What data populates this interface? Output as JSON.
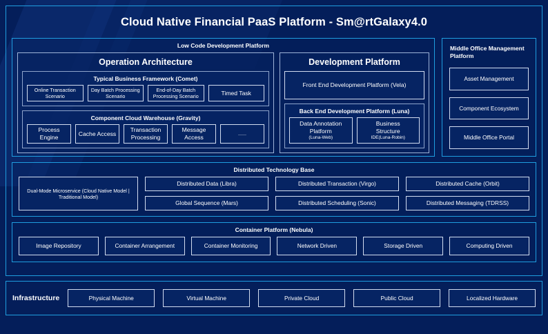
{
  "title": "Cloud Native Financial PaaS Platform - Sm@rtGalaxy4.0",
  "colors": {
    "page_background": "#041e5a",
    "frame_border": "#1f9ee0",
    "panel_border": "#9fb4d8",
    "chip_border": "#d3ddf0",
    "chip_background": "#062463",
    "text": "#ffffff"
  },
  "low_code": {
    "title": "Low Code Development Platform",
    "operation_architecture": {
      "title": "Operation Architecture",
      "groups": [
        {
          "title": "Typical Business Framework (Comet)",
          "items": [
            "Online Transaction Scenario",
            "Day Batch Processing Scenario",
            "End-of-Day Batch Processing Scenario",
            "Timed Task"
          ]
        },
        {
          "title": "Component Cloud Warehouse (Gravity)",
          "items": [
            "Process Engine",
            "Cache Access",
            "Transaction Processing",
            "Message Access",
            "......"
          ]
        }
      ]
    },
    "development_platform": {
      "title": "Development Platform",
      "front_end": "Front End Development Platform (Vela)",
      "back_end": {
        "title": "Back End Development Platform (Luna)",
        "items": [
          {
            "line1": "Data Annotation",
            "line2": "Platform",
            "line3": "(Luna-Web)"
          },
          {
            "line1": "Business",
            "line2": "Structure",
            "line3": "IDE(Luna-Robin)"
          }
        ]
      }
    }
  },
  "middle_office": {
    "title": "Middle Office Management Platform",
    "items": [
      "Asset Management",
      "Component Ecosystem",
      "Middle Office Portal"
    ]
  },
  "distributed_technology_base": {
    "title": "Distributed Technology Base",
    "wide_item": "Dual-Mode Microservice (Cloud Native Model | Traditional Model)",
    "columns": [
      {
        "top": "Distributed Data (Libra)",
        "bottom": "Global Sequence (Mars)"
      },
      {
        "top": "Distributed Transaction (Virgo)",
        "bottom": "Distributed Scheduling (Sonic)"
      },
      {
        "top": "Distributed Cache (Orbit)",
        "bottom": "Distributed Messaging (TDRSS)"
      }
    ]
  },
  "container_platform": {
    "title": "Container Platform (Nebula)",
    "items": [
      "Image Repository",
      "Container Arrangement",
      "Container Monitoring",
      "Network Driven",
      "Storage Driven",
      "Computing Driven"
    ]
  },
  "infrastructure": {
    "label": "Infrastructure",
    "items": [
      "Physical Machine",
      "Virtual Machine",
      "Private Cloud",
      "Public Cloud",
      "Localized Hardware"
    ]
  }
}
